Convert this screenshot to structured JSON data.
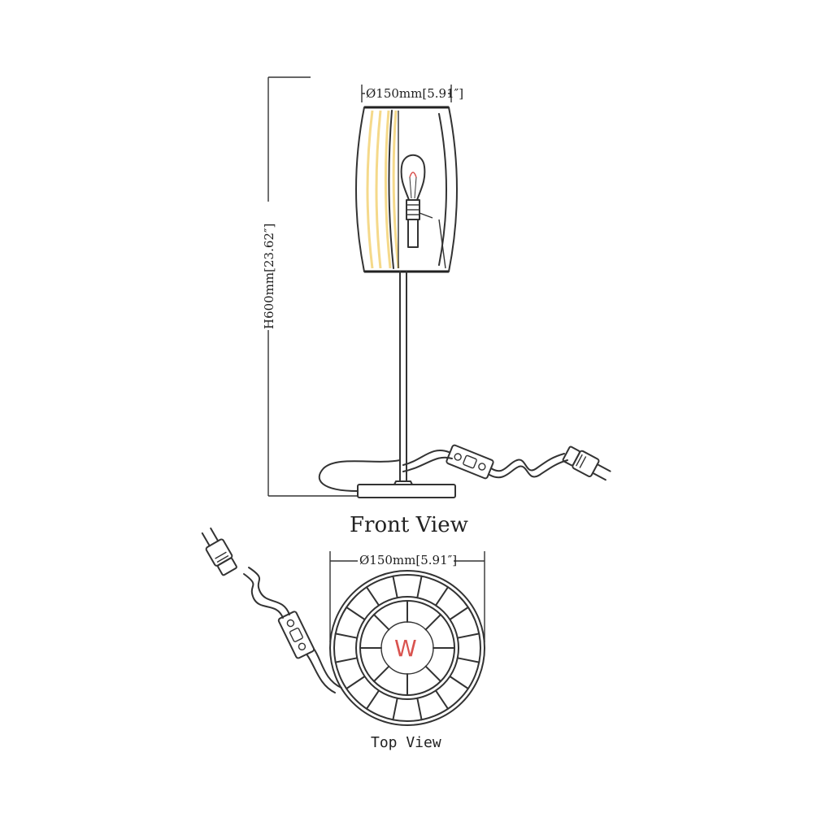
{
  "front_view": {
    "title": "Front View",
    "diameter_label": "Ø150mm[5.91″]",
    "height_label": "H600mm[23.62″]"
  },
  "top_view": {
    "title": "Top View",
    "diameter_label": "Ø150mm[5.91″]",
    "center_mark": "W",
    "center_mark_color": "#d9534f"
  },
  "colors": {
    "line": "#333333",
    "shade_glow": "#f5d98a",
    "bulb_filament": "#d9534f"
  }
}
